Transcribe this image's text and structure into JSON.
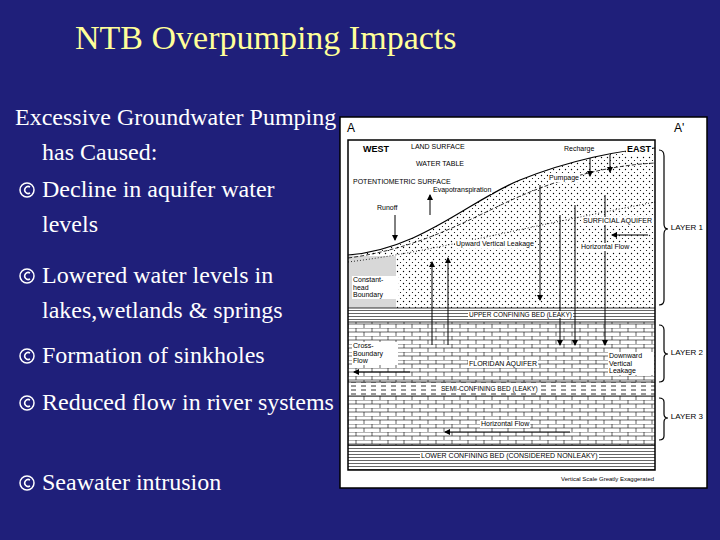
{
  "diagram": {
    "title": "NTB Overpumping Impacts",
    "labels": [
      "Excessive Groundwater Pumping has Caused:",
      "Decline in aquifer water levels",
      "Lowered water levels in lakes,wetlands & springs",
      "Formation of sinkholes",
      "Reduced flow in river systems",
      "Seawater intrusion",
      "A",
      "A'",
      "WEST",
      "EAST",
      "LAND SURFACE",
      "Recharge",
      "WATER TABLE",
      "Pumpage",
      "POTENTIOMETRIC SURFACE",
      "Evapotranspiration",
      "Runoff",
      "SURFICIAL AQUIFER",
      "Horizontal Flow",
      "LAYER 1",
      "Upward Vertical Leakage",
      "Constant-head Boundary",
      "UPPER CONFINING BED (LEAKY)",
      "Cross-Boundary Flow",
      "FLORIDAN AQUIFER",
      "Downward Vertical Leakage",
      "LAYER 2",
      "SEMI-CONFINING BED (LEAKY)",
      "Horizontal Flow",
      "LAYER 3",
      "LOWER CONFINING BED (CONSIDERED NONLEAKY)",
      "Vertical Scale Greatly Exaggerated"
    ]
  }
}
